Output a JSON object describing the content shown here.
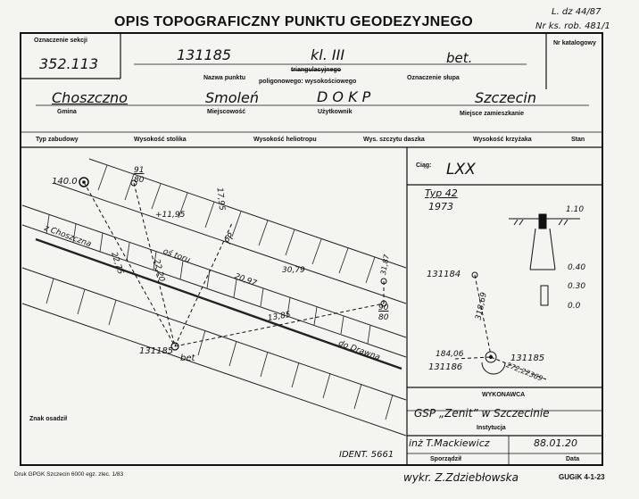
{
  "header": {
    "title": "OPIS TOPOGRAFICZNY PUNKTU GEODEZYJNEGO",
    "note_line1": "L. dz 44/87",
    "note_line2": "Nr ks. rob. 481/1"
  },
  "fields": {
    "sekcja_label": "Oznaczenie sekcji",
    "sekcja_value": "352.113",
    "punkt_value": "131185",
    "klasa_value": "kl. III",
    "slup_value": "bet.",
    "katalog_label": "Nr katalogowy",
    "nazwa_label": "Nazwa punktu",
    "triang_label": "triangulacyjnego",
    "poligon_label": "poligonowego: wysokościowego",
    "slup_label": "Oznaczenie słupa",
    "gmina_value": "Choszczno",
    "miejscowosc_value": "Smoleń",
    "uzytkownik_value": "D O K P",
    "zamieszkanie_value": "Szczecin",
    "gmina_label": "Gmina",
    "miejscowosc_label": "Miejscowość",
    "uzytkownik_label": "Użytkownik",
    "zamieszkanie_label": "Miejsce zamieszkanie",
    "row_labels": [
      "Typ zabudowy",
      "Wysokość stolika",
      "Wysokość heliotropu",
      "Wys. szczytu daszka",
      "Wysokość krzyżaka",
      "Stan"
    ]
  },
  "sketch": {
    "p140": "140.0",
    "d91": "91",
    "d80": "80",
    "d1195": "+11,95",
    "d2275": "22,75",
    "d2220": "22,20",
    "d1795": "17,95",
    "pp": "PP",
    "from_label": "z Choszczna",
    "os_toru": "oś toru",
    "d2097": "20,97",
    "d3079": "30,79",
    "d3187": "31,87",
    "d1385": "13,85",
    "d90a": "90",
    "d80b": "80",
    "to_label": "do Drawna",
    "point_no": "131185",
    "point_type": "bet",
    "znak": "Znak osadził"
  },
  "right": {
    "ciag_label": "Ciąg:",
    "ciag_value": "LXX",
    "typ_value": "Typ 42",
    "year_value": "1973",
    "depth_110": "1.10",
    "h040": "0.40",
    "h030": "0.30",
    "h00": "0.0",
    "p131184": "131184",
    "d31869": "318,69",
    "d18406": "184,06",
    "p131186": "131186",
    "p131185": "131185",
    "d27222369": "272,22369",
    "wykonawca_label": "WYKONAWCA",
    "wykonawca_value": "GSP „Zenit” w Szczecinie",
    "instytucja_label": "Instytucja",
    "sporzadzil_value": "inż T.Mackiewicz",
    "date_value": "88.01.20",
    "sporzadzil_label": "Sporządził",
    "data_label": "Data",
    "iden_value": "IDENT. 5661"
  },
  "footer": {
    "druk": "Druk GPGK Szczecin 6000 egz. zlec. 1/83",
    "wykr": "wykr. Z.Zdziebłowska",
    "code": "GUGiK 4-1-23"
  }
}
